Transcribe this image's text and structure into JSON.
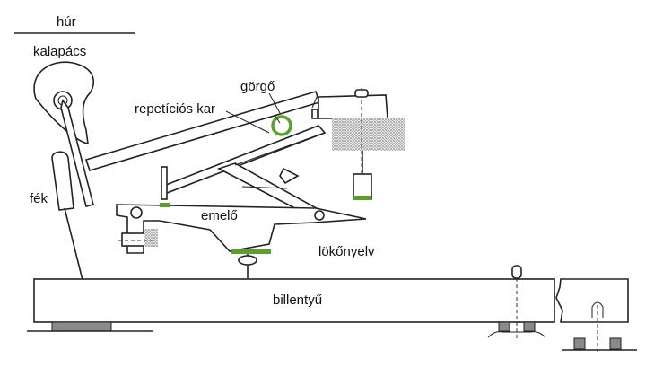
{
  "labels": {
    "string": "húr",
    "hammer": "kalapács",
    "roller": "görgő",
    "repetition_lever": "repetíciós kar",
    "damper": "fék",
    "wippen": "emelő",
    "jack": "lökőnyelv",
    "key": "billentyű"
  },
  "colors": {
    "accent_green": "#5aa02c",
    "felt_gray": "#8a8a8a",
    "line": "#222222"
  }
}
